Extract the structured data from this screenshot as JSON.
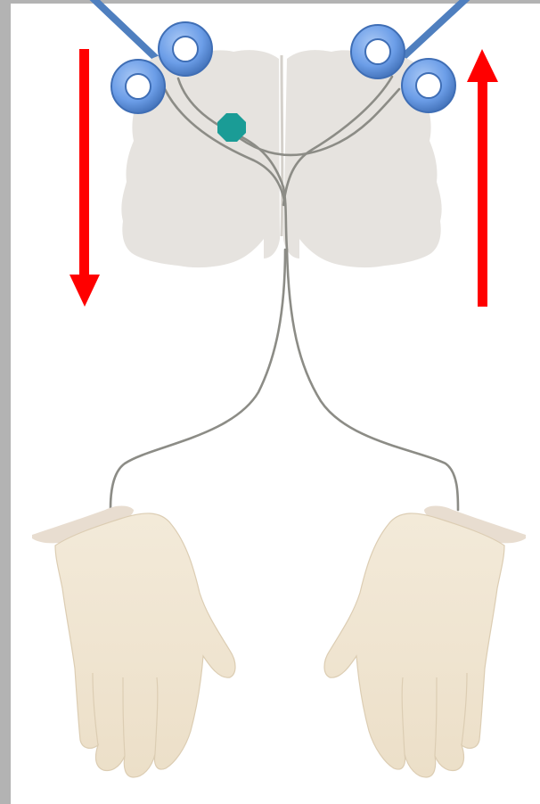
{
  "diagram": {
    "colors": {
      "background": "#ffffff",
      "frame": "#b3b3b3",
      "brain": "#e6e3df",
      "nerve": "#8c8c86",
      "lesion": "#1a9c96",
      "electrode_line": "#4f7fbf",
      "electrode_fill": "#6c9ee8",
      "electrode_ring_outline": "#3f6eb5",
      "arrow": "#ff0000",
      "hand_skin": "#efe4d1",
      "hand_shadow": "#dccdb3"
    },
    "arrows": [
      {
        "name": "down-arrow",
        "direction": "down"
      },
      {
        "name": "up-arrow",
        "direction": "up"
      }
    ],
    "electrodes": {
      "count": 4,
      "symbol": "ring"
    },
    "lesion": {
      "shape": "octagon"
    }
  }
}
